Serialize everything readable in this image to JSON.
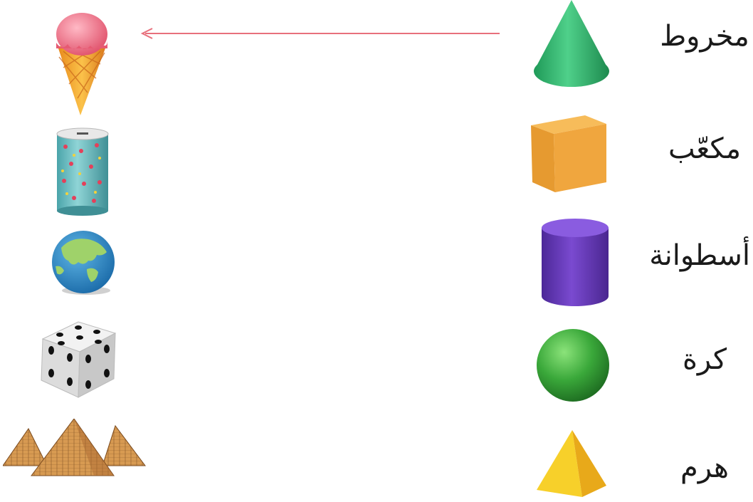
{
  "shapes": [
    {
      "label": "مخروط",
      "shape": "cone",
      "color": "#2fb36b"
    },
    {
      "label": "مكعّب",
      "shape": "cube",
      "color": "#f2a33a"
    },
    {
      "label": "أسطوانة",
      "shape": "cylinder",
      "color": "#6a3ab8"
    },
    {
      "label": "كرة",
      "shape": "sphere",
      "color": "#3aa83a"
    },
    {
      "label": "هرم",
      "shape": "pyramid",
      "color": "#f4c51c"
    }
  ],
  "objects": [
    {
      "name": "ice-cream-cone"
    },
    {
      "name": "tin-can"
    },
    {
      "name": "earth-globe"
    },
    {
      "name": "dice"
    },
    {
      "name": "pyramids"
    }
  ],
  "connection": {
    "from": "cone",
    "to": "ice-cream-cone",
    "color": "#e8707c"
  }
}
